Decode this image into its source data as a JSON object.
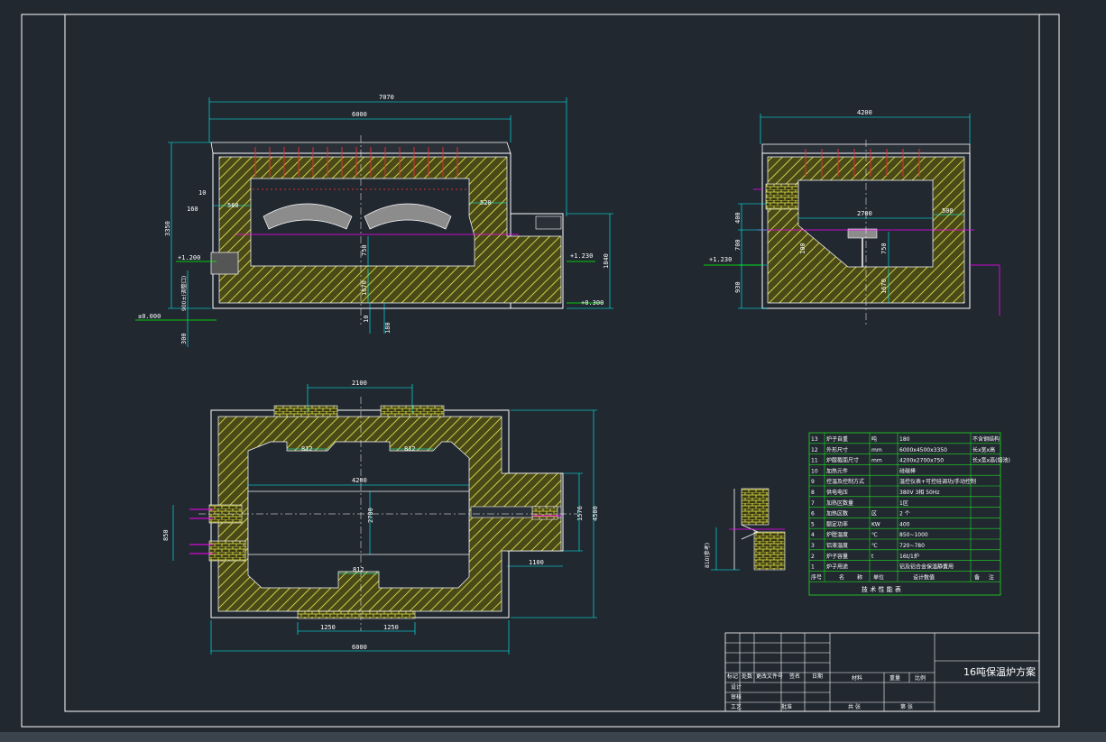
{
  "drawing": {
    "title": "16吨保温炉方案"
  },
  "front_view": {
    "dim_overall": "7070",
    "dim_body": "6000",
    "dim_height": "3350",
    "dim_10_top": "10",
    "dim_160": "160",
    "dim_560": "560",
    "dim_520": "520",
    "dim_750": "750",
    "dim_1670": "1670",
    "dim_10_bottom": "10",
    "dim_180": "180",
    "dim_1840": "1840",
    "dim_900": "900±(调整口)",
    "dim_300": "300",
    "level_left": "+1.200",
    "level_zero": "±0.000",
    "level_right_top": "+1.230",
    "level_right_bottom": "+0.300"
  },
  "side_view": {
    "dim_width": "4200",
    "dim_2700": "2700",
    "dim_500": "500",
    "dim_400": "400",
    "dim_700": "700",
    "dim_930": "930",
    "dim_750": "750",
    "dim_1670": "1670",
    "dim_100": "100",
    "level": "+1.230"
  },
  "plan_view": {
    "dim_2100": "2100",
    "dim_812_a": "812",
    "dim_812_b": "812",
    "dim_812_c": "812",
    "dim_4200": "4200",
    "dim_2700": "2700",
    "dim_1576": "1576",
    "dim_4500": "4500",
    "dim_1100": "1100",
    "dim_850": "850",
    "dim_1250_a": "1250",
    "dim_1250_b": "1250",
    "dim_6000": "6000"
  },
  "detail_view": {
    "dim_810": "810(参考)"
  },
  "spec_table": {
    "rows": [
      {
        "no": "13",
        "name": "炉子自重",
        "unit": "吨",
        "value": "180",
        "note": "不含钢结构"
      },
      {
        "no": "12",
        "name": "外形尺寸",
        "unit": "mm",
        "value": "6000x4500x3350",
        "note": "长x宽x高"
      },
      {
        "no": "11",
        "name": "炉膛截面尺寸",
        "unit": "mm",
        "value": "4200x2700x750",
        "note": "长x宽x高(熔池)"
      },
      {
        "no": "10",
        "name": "加热元件",
        "unit": "",
        "value": "硅碳棒",
        "note": ""
      },
      {
        "no": "9",
        "name": "控温及控制方式",
        "unit": "",
        "value": "温控仪表+可控硅调功/手动控制",
        "note": ""
      },
      {
        "no": "8",
        "name": "供电电压",
        "unit": "",
        "value": "380V  3相  50Hz",
        "note": ""
      },
      {
        "no": "7",
        "name": "加热区数量",
        "unit": "",
        "value": "1区",
        "note": ""
      },
      {
        "no": "6",
        "name": "加热区数",
        "unit": "区",
        "value": "2  个",
        "note": ""
      },
      {
        "no": "5",
        "name": "额定功率",
        "unit": "KW",
        "value": "400",
        "note": ""
      },
      {
        "no": "4",
        "name": "炉膛温度",
        "unit": "℃",
        "value": "850~1000",
        "note": ""
      },
      {
        "no": "3",
        "name": "铝液温度",
        "unit": "℃",
        "value": "720~780",
        "note": ""
      },
      {
        "no": "2",
        "name": "炉子容量",
        "unit": "t",
        "value": "16t/1炉",
        "note": ""
      },
      {
        "no": "1",
        "name": "炉子用途",
        "unit": "",
        "value": "铝及铝合金保温静置用",
        "note": ""
      }
    ],
    "headers": [
      "序号",
      "名",
      "称",
      "单位",
      "设计数值",
      "备",
      "注"
    ],
    "caption": "技 术 性 能 表"
  },
  "title_block": {
    "row_labels": [
      "标记",
      "处数",
      "更改文件号",
      "签名",
      "日期"
    ],
    "roles": [
      "设计",
      "审核",
      "工艺",
      "批准"
    ],
    "material": "材料",
    "weight": "重量",
    "scale": "比例",
    "sheet_total": "共  张",
    "sheet_no": "第  张"
  }
}
